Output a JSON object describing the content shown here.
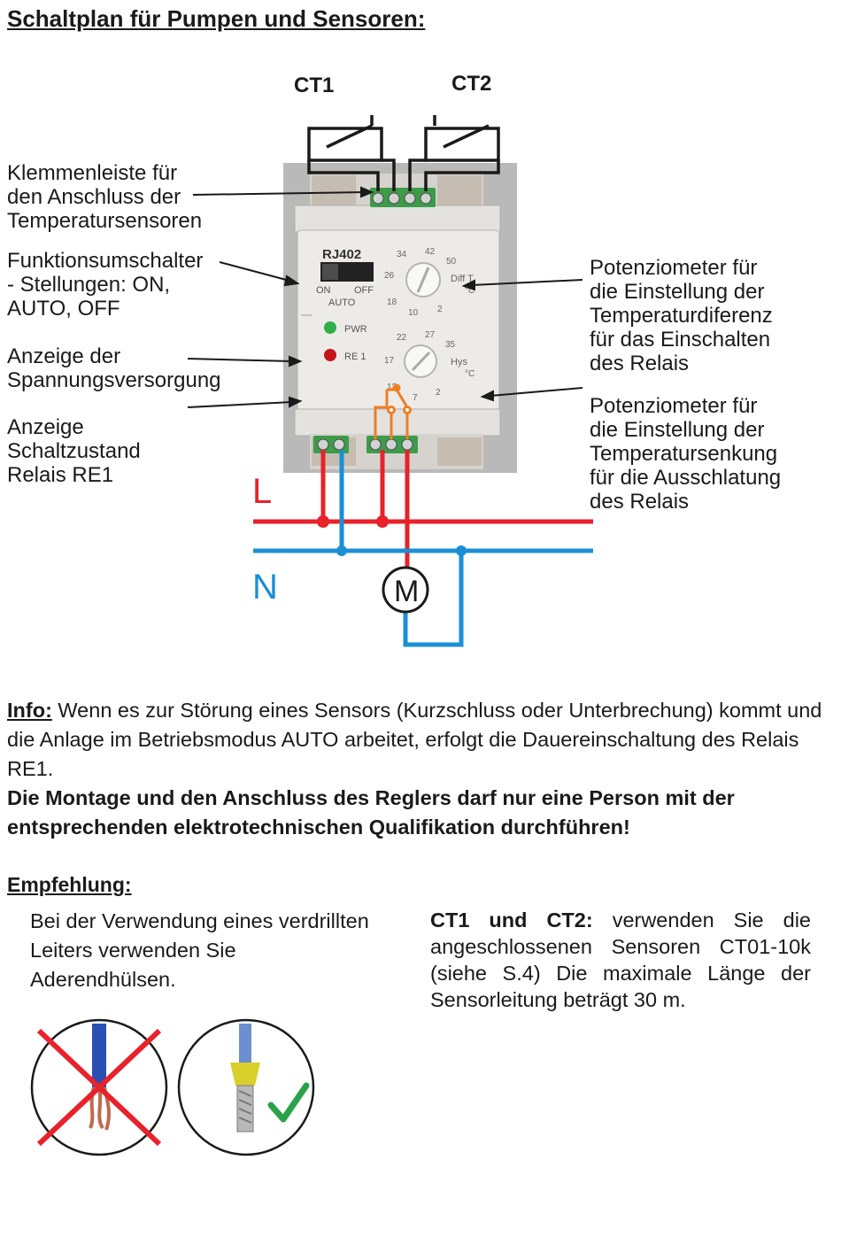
{
  "title": "Schaltplan für Pumpen und Sensoren:",
  "sensors": {
    "ct1": "CT1",
    "ct2": "CT2"
  },
  "left_labels": {
    "terminal": [
      "Klemmenleiste für",
      "den Anschluss der",
      "Temperatursensoren"
    ],
    "switch": [
      "Funktionsumschalter",
      "- Stellungen: ON,",
      "AUTO, OFF"
    ],
    "power": [
      "Anzeige der",
      "Spannungsversorgung"
    ],
    "relay": [
      "Anzeige",
      "Schaltzustand",
      "Relais RE1"
    ]
  },
  "right_labels": {
    "diff": [
      "Potenziometer für",
      "die Einstellung der",
      "Temperaturdiferenz",
      "für das Einschalten",
      "des Relais"
    ],
    "hys": [
      "Potenziometer für",
      "die Einstellung der",
      "Temperatursenkung",
      "für die Ausschlatung",
      "des Relais"
    ]
  },
  "device": {
    "model": "RJ402",
    "switch_on": "ON",
    "switch_off": "OFF",
    "switch_auto": "AUTO",
    "pwr": "PWR",
    "re1": "RE 1",
    "dial1": {
      "label": "Diff T",
      "unit": "°C",
      "ticks": [
        "34",
        "42",
        "50",
        "26",
        "18",
        "10",
        "2"
      ]
    },
    "dial2": {
      "label": "Hys",
      "unit": "°C",
      "ticks": [
        "22",
        "27",
        "35",
        "17",
        "12",
        "7",
        "2"
      ]
    }
  },
  "wiring": {
    "l": "L",
    "n": "N",
    "motor": "M"
  },
  "colors": {
    "live": "#e8212b",
    "neutral": "#1a8fd6",
    "relay": "#f07d22"
  },
  "info": {
    "label": "Info:",
    "text": " Wenn es zur Störung eines Sensors (Kurzschluss oder Unterbrechung) kommt und die Anlage im Betriebsmodus AUTO arbeitet, erfolgt die Dauereinschaltung des Relais RE1.",
    "warning": "Die Montage und den Anschluss des Reglers darf nur eine Person mit der entsprechenden elektrotechnischen Qualifikation durchführen!"
  },
  "recommendation": {
    "heading": "Empfehlung: ",
    "left": "Bei der Verwendung eines verdrillten Leiters verwenden Sie Aderendhülsen.",
    "right_bold": "CT1 und CT2:",
    "right": " verwenden Sie die angeschlossenen Sensoren CT01-10k (siehe S.4) Die maximale Länge der Sensorleitung beträgt 30 m."
  },
  "icons": [
    "wrong-wire-icon",
    "correct-ferrule-icon",
    "checkmark-icon"
  ]
}
